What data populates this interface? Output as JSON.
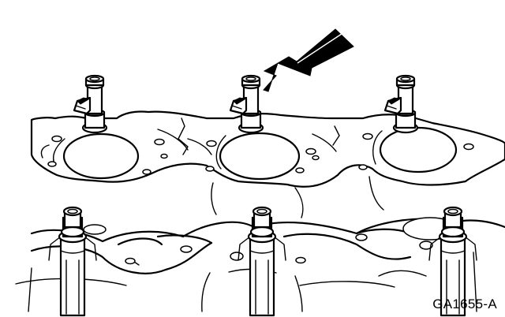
{
  "figure": {
    "code": "GA1655-A"
  },
  "components": {
    "upper_injectors": 3,
    "lower_injectors": 3,
    "arrow_target": "upper-injector-2"
  },
  "colors": {
    "ink": "#000000",
    "paper": "#ffffff"
  }
}
